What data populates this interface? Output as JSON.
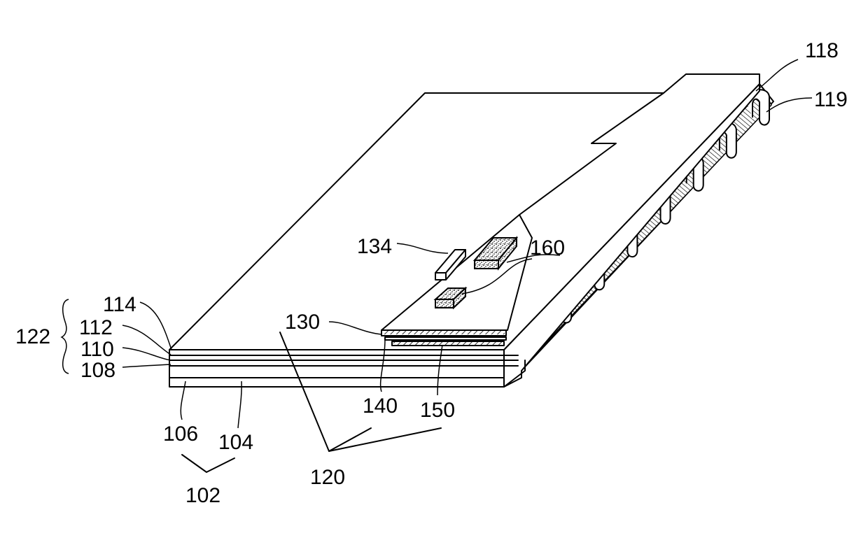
{
  "labels": {
    "l118": "118",
    "l119": "119",
    "l134": "134",
    "l160": "160",
    "l114": "114",
    "l112": "112",
    "l110": "110",
    "l108": "108",
    "l122": "122",
    "l130": "130",
    "l140": "140",
    "l150": "150",
    "l106": "106",
    "l104": "104",
    "l102": "102",
    "l120": "120"
  }
}
